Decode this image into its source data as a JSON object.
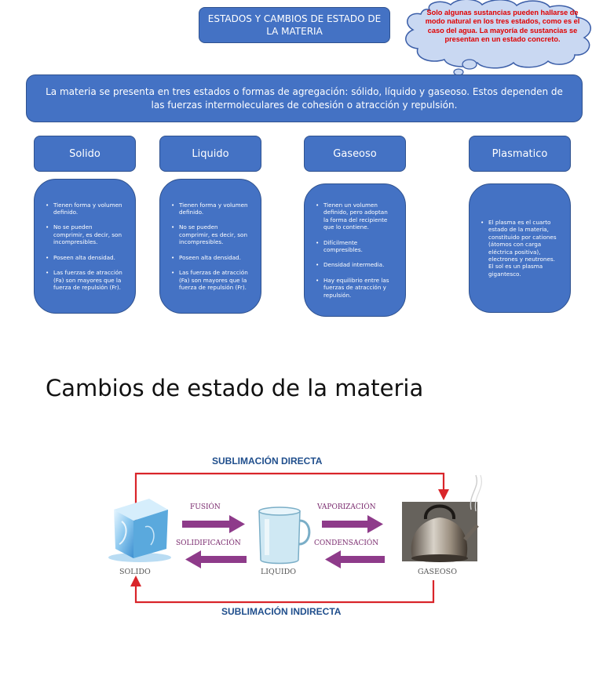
{
  "title": "ESTADOS Y CAMBIOS DE ESTADO DE LA MATERIA",
  "cloud_note": "Solo algunas sustancias pueden hallarse de modo natural en los tres estados, como es el caso del agua. La mayoría de sustancias se presentan en un estado concreto.",
  "intro": "La materia se presenta en tres estados o formas de agregación: sólido, líquido y gaseoso. Estos dependen de las fuerzas intermoleculares de cohesión o atracción y repulsión.",
  "states": [
    {
      "name": "Solido",
      "points": [
        "Tienen forma y volumen definido.",
        "No se pueden comprimir, es decir, son incompresibles.",
        "Poseen alta densidad.",
        "Las fuerzas de atracción (Fa) son mayores que la fuerza de repulsión (Fr)."
      ]
    },
    {
      "name": "Liquido",
      "points": [
        "Tienen forma y volumen definido.",
        "No se pueden comprimir, es decir, son incompresibles.",
        "Poseen alta densidad.",
        "Las fuerzas de atracción (Fa) son mayores que la fuerza de repulsión (Fr)."
      ]
    },
    {
      "name": "Gaseoso",
      "points": [
        "Tienen un volumen definido, pero adoptan la forma del recipiente que lo contiene.",
        "Difícilmente compresibles.",
        "Densidad intermedia.",
        "Hay equilibrio entre las fuerzas de atracción y repulsión."
      ]
    },
    {
      "name": "Plasmatico",
      "points": [
        "El plasma es el cuarto estado de la materia, constituido por cationes (átomos con carga eléctrica positiva), electrones y neutrones. El sol es un plasma gigantesco."
      ]
    }
  ],
  "section_title": "Cambios de estado de la materia",
  "diagram": {
    "sublimacion_directa": "SUBLIMACIÓN DIRECTA",
    "sublimacion_indirecta": "SUBLIMACIÓN INDIRECTA",
    "fusion": "FUSIÓN",
    "solidificacion": "SOLIDIFICACIÓN",
    "vaporizacion": "VAPORIZACIÓN",
    "condensacion": "CONDENSACIÓN",
    "solido": "SOLIDO",
    "liquido": "LIQUIDO",
    "gaseoso": "GASEOSO"
  },
  "colors": {
    "box": "#4472c4",
    "cloud_text": "#e00000",
    "arrow_red": "#d9252a",
    "arrow_purple": "#8e3b8a",
    "sub_label": "#1f4e8c"
  }
}
